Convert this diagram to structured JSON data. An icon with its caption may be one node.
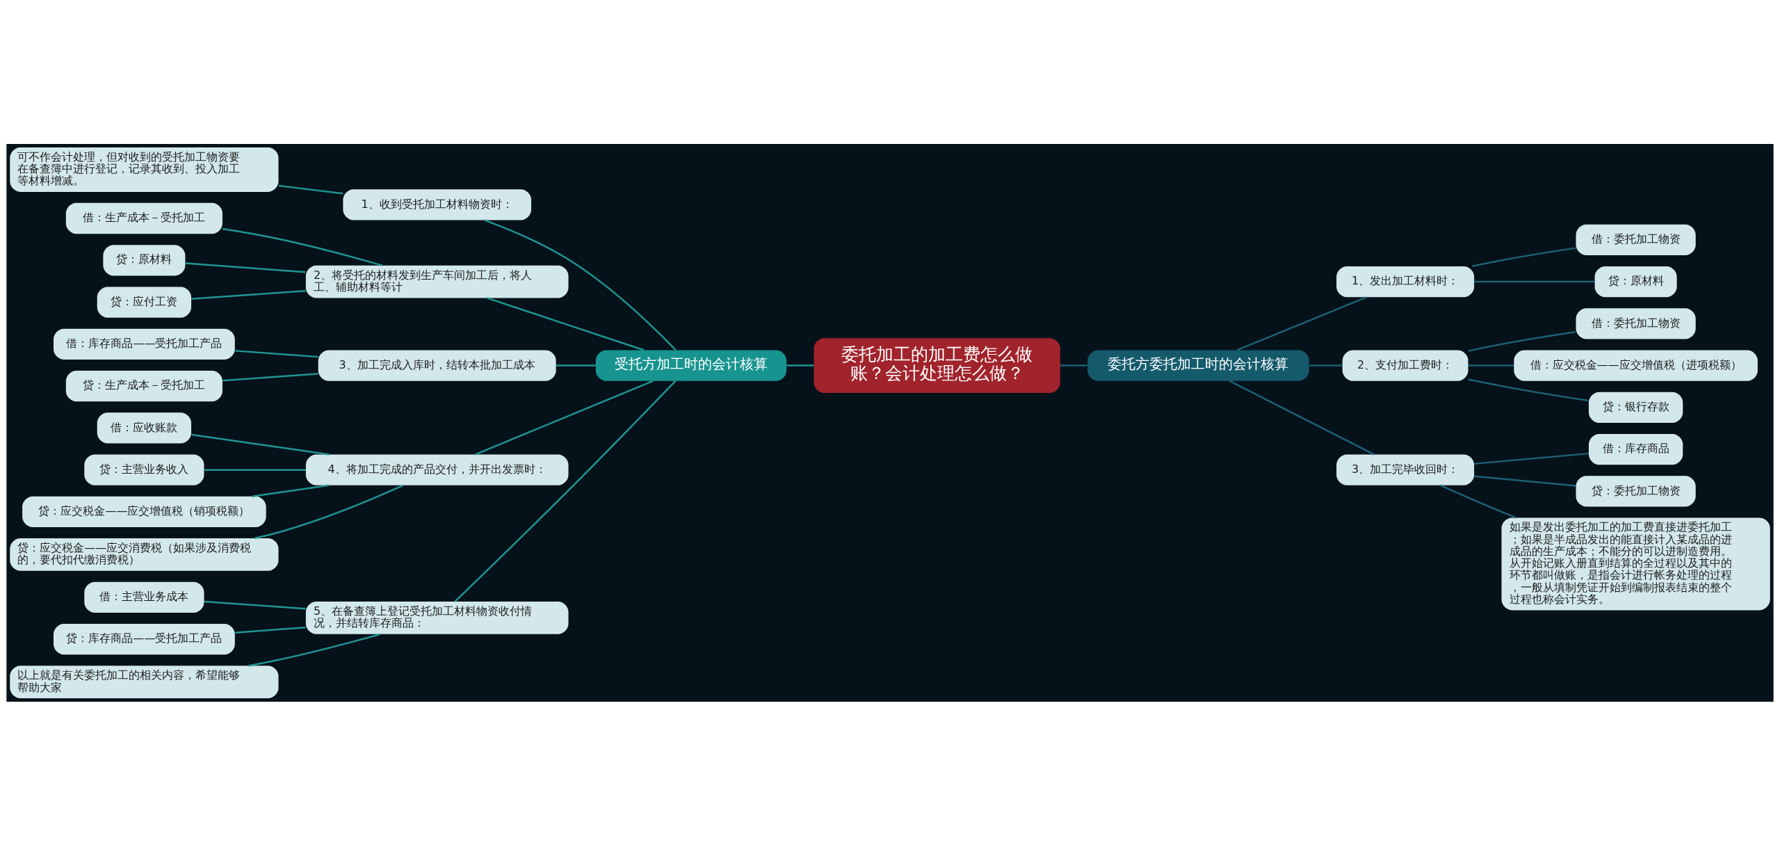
{
  "diagram": {
    "nodes": [
      {
        "text": [
          "委托加工的加工费怎么做账？会计处理怎么做？"
        ]
      },
      {
        "text": [
          "受托方加工时的会计核算"
        ]
      },
      {
        "text": [
          "1、收到受托加工材料物资时："
        ]
      },
      {
        "text": [
          "可不作会计处理，但对收到的受托加工物资要在备查簿中进行登记，记录其收到、投入加工等材料增减。"
        ]
      },
      {
        "text": [
          "2、将受托的材料发到生产车间加工后，将人工、辅助材料等计"
        ]
      },
      {
        "text": [
          "借：生产成本－受托加工"
        ]
      },
      {
        "text": [
          "贷：原材料"
        ]
      },
      {
        "text": [
          "贷：应付工资"
        ]
      },
      {
        "text": [
          "3、加工完成入库时，结转本批加工成本"
        ]
      },
      {
        "text": [
          "借：库存商品——受托加工产品"
        ]
      },
      {
        "text": [
          "贷：生产成本－受托加工"
        ]
      },
      {
        "text": [
          "4、将加工完成的产品交付，并开出发票时："
        ]
      },
      {
        "text": [
          "借：应收账款"
        ]
      },
      {
        "text": [
          "贷：主营业务收入"
        ]
      },
      {
        "text": [
          "贷：应交税金——应交增值税（销项税额）"
        ]
      },
      {
        "text": [
          "贷：应交税金——应交消费税（如果涉及消费税的，要代扣代缴消费税）"
        ]
      },
      {
        "text": [
          "5、在备查簿上登记受托加工材料物资收付情况，并结转库存商品："
        ]
      },
      {
        "text": [
          "借：主营业务成本"
        ]
      },
      {
        "text": [
          "贷：库存商品——受托加工产品"
        ]
      },
      {
        "text": [
          "以上就是有关委托加工的相关内容，希望能够帮助大家"
        ]
      },
      {
        "text": [
          "委托方委托加工时的会计核算"
        ]
      },
      {
        "text": [
          "1、发出加工材料时："
        ]
      },
      {
        "text": [
          "借：委托加工物资"
        ]
      },
      {
        "text": [
          "贷：原材料"
        ]
      },
      {
        "text": [
          "2、支付加工费时："
        ]
      },
      {
        "text": [
          "借：委托加工物资"
        ]
      },
      {
        "text": [
          "借：应交税金——应交增值税（进项税额）"
        ]
      },
      {
        "text": [
          "贷：银行存款"
        ]
      },
      {
        "text": [
          "3、加工完毕收回时："
        ]
      },
      {
        "text": [
          "借：库存商品"
        ]
      },
      {
        "text": [
          "贷：委托加工物资"
        ]
      },
      {
        "text": [
          "如果是发出委托加工的加工费直接进委托加工；如果是半成品发出的能直接计入某成品的进成品的生产成本；不能分的可以进制造费用。从开始记账入册直到结算的全过程以及其中的环节都叫做账，是指会计进行帐务处理的过程，一般从填制凭证开始到编制报表结束的整个过程也称会计实务。"
        ]
      }
    ],
    "edges": [
      {
        "from": 0,
        "to": 1,
        "arrow": "none"
      },
      {
        "from": 1,
        "to": 2,
        "arrow": "none"
      },
      {
        "from": 2,
        "to": 3,
        "arrow": "none"
      },
      {
        "from": 1,
        "to": 4,
        "arrow": "none"
      },
      {
        "from": 4,
        "to": 5,
        "arrow": "none"
      },
      {
        "from": 4,
        "to": 6,
        "arrow": "none"
      },
      {
        "from": 4,
        "to": 7,
        "arrow": "none"
      },
      {
        "from": 1,
        "to": 8,
        "arrow": "none"
      },
      {
        "from": 8,
        "to": 9,
        "arrow": "none"
      },
      {
        "from": 8,
        "to": 10,
        "arrow": "none"
      },
      {
        "from": 1,
        "to": 11,
        "arrow": "none"
      },
      {
        "from": 11,
        "to": 12,
        "arrow": "none"
      },
      {
        "from": 11,
        "to": 13,
        "arrow": "none"
      },
      {
        "from": 11,
        "to": 14,
        "arrow": "none"
      },
      {
        "from": 11,
        "to": 15,
        "arrow": "none"
      },
      {
        "from": 1,
        "to": 16,
        "arrow": "none"
      },
      {
        "from": 16,
        "to": 17,
        "arrow": "none"
      },
      {
        "from": 16,
        "to": 18,
        "arrow": "none"
      },
      {
        "from": 16,
        "to": 19,
        "arrow": "none"
      },
      {
        "from": 0,
        "to": 20,
        "arrow": "none",
        "color": "#1d6276"
      },
      {
        "from": 20,
        "to": 21,
        "arrow": "none",
        "color": "#1d6276"
      },
      {
        "from": 21,
        "to": 22,
        "arrow": "none",
        "color": "#1d6276"
      },
      {
        "from": 21,
        "to": 23,
        "arrow": "none",
        "color": "#1d6276"
      },
      {
        "from": 20,
        "to": 24,
        "arrow": "none",
        "color": "#1d6276"
      },
      {
        "from": 24,
        "to": 25,
        "arrow": "none",
        "color": "#1d6276"
      },
      {
        "from": 24,
        "to": 26,
        "arrow": "none",
        "color": "#1d6276"
      },
      {
        "from": 24,
        "to": 27,
        "arrow": "none",
        "color": "#1d6276"
      },
      {
        "from": 20,
        "to": 28,
        "arrow": "none",
        "color": "#1d6276"
      },
      {
        "from": 28,
        "to": 29,
        "arrow": "none",
        "color": "#1d6276"
      },
      {
        "from": 28,
        "to": 30,
        "arrow": "none",
        "color": "#1d6276"
      },
      {
        "from": 28,
        "to": 31,
        "arrow": "none",
        "color": "#1d6276"
      }
    ]
  }
}
